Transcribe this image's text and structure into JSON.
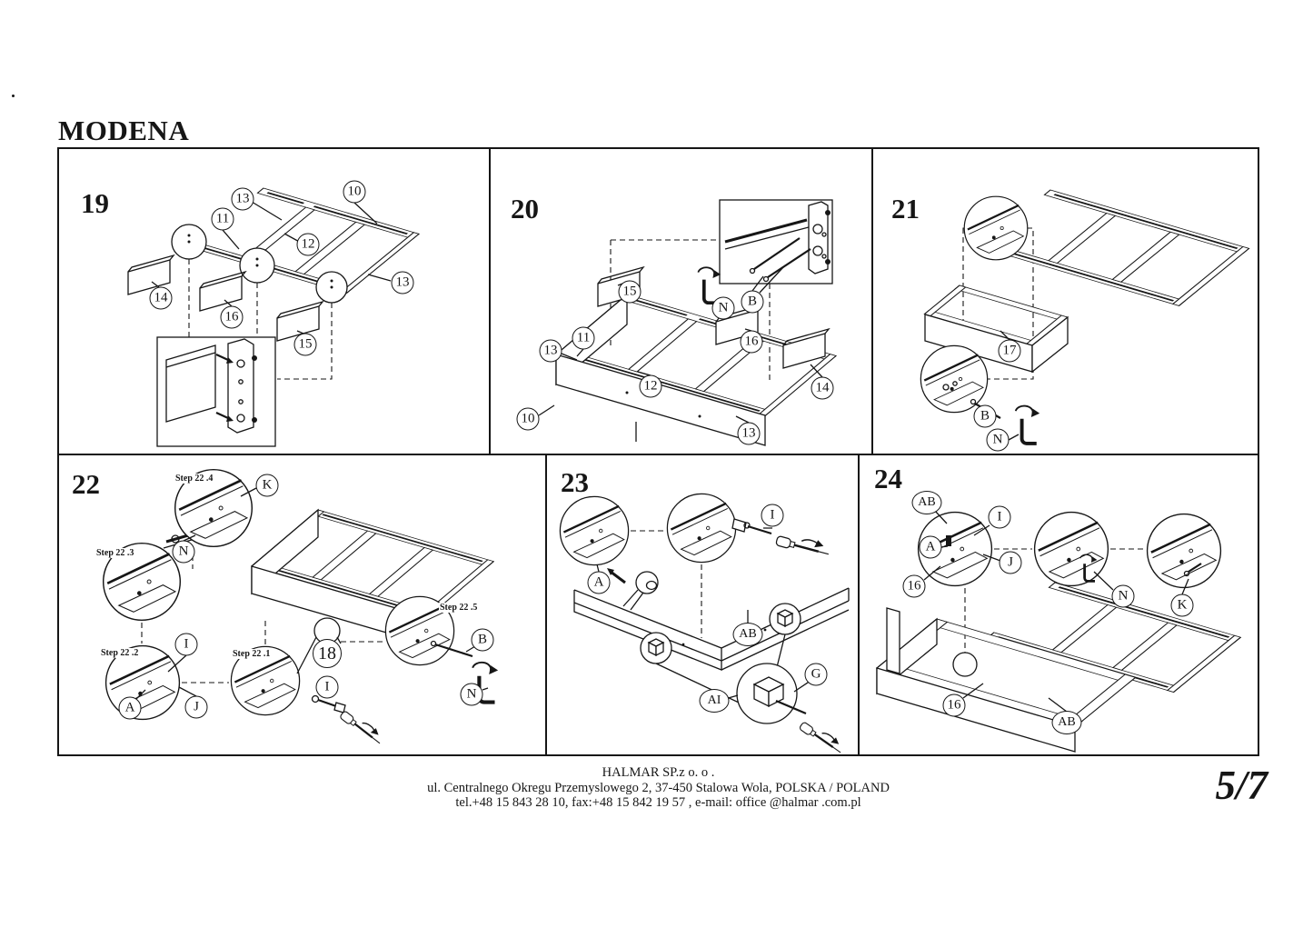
{
  "page": {
    "title": "MODENA",
    "page_number": "5/7",
    "footer_company": "HALMAR SP.z o. o .",
    "footer_address": "ul. Centralnego Okregu Przemyslowego 2, 37-450 Stalowa Wola, POLSKA / POLAND",
    "footer_contact": "tel.+48 15 843 28 10, fax:+48 15 842 19 57 , e-mail: office @halmar .com.pl"
  },
  "steps": [
    {
      "number": "19",
      "callouts": [
        "13",
        "10",
        "11",
        "12",
        "13",
        "14",
        "16",
        "15"
      ]
    },
    {
      "number": "20",
      "callouts": [
        "15",
        "11",
        "13",
        "12",
        "10",
        "13",
        "16",
        "14",
        "B",
        "N"
      ]
    },
    {
      "number": "21",
      "callouts": [
        "17",
        "B",
        "N"
      ]
    },
    {
      "number": "22",
      "callouts": [
        "K",
        "N",
        "I",
        "A",
        "J",
        "I",
        "18",
        "B",
        "N"
      ],
      "sub_labels": [
        "Step 22 .4",
        "Step 22 .3",
        "Step 22 .2",
        "Step 22 .1",
        "Step 22 .5"
      ]
    },
    {
      "number": "23",
      "callouts": [
        "A",
        "I",
        "AB",
        "AI",
        "G"
      ]
    },
    {
      "number": "24",
      "callouts": [
        "AB",
        "I",
        "A",
        "J",
        "16",
        "N",
        "K",
        "16",
        "AB"
      ]
    }
  ]
}
